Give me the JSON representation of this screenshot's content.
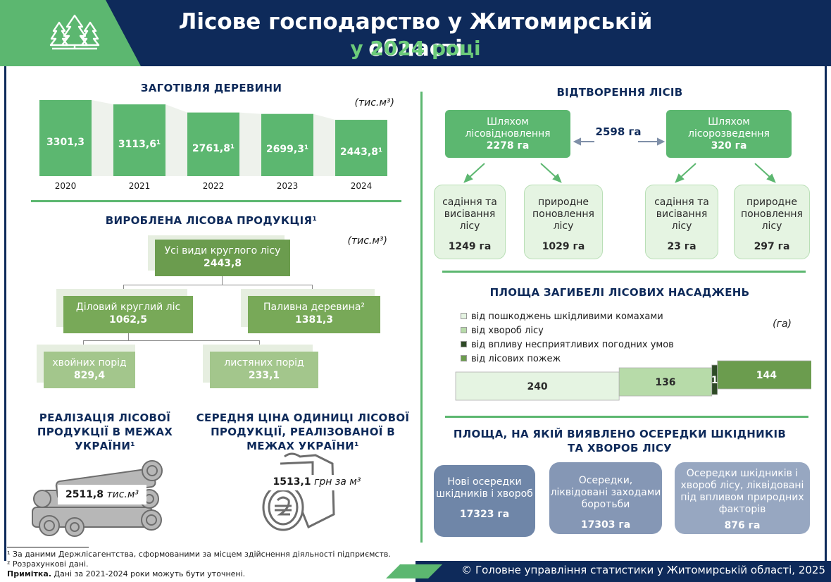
{
  "header": {
    "title": "Лісове господарство у Житомирській області",
    "subtitle": "у 2024 році"
  },
  "timber": {
    "title": "ЗАГОТІВЛЯ ДЕРЕВИНИ",
    "unit": "(тис.м³)"
  },
  "chart_data": {
    "type": "bar",
    "title": "ЗАГОТІВЛЯ ДЕРЕВИНИ",
    "unit": "(тис.м³)",
    "categories": [
      "2020",
      "2021",
      "2022",
      "2023",
      "2024"
    ],
    "values": [
      3301.3,
      3113.6,
      2761.8,
      2699.3,
      2443.8
    ],
    "value_labels": [
      "3301,3",
      "3113,6¹",
      "2761,8¹",
      "2699,3¹",
      "2443,8¹"
    ],
    "color": "#5cb770",
    "ylim": [
      0,
      3301.3
    ]
  },
  "products": {
    "title": "ВИРОБЛЕНА ЛІСОВА ПРОДУКЦІЯ¹",
    "unit": "(тис.м³)",
    "all": {
      "label": "Усі види круглого лісу",
      "value": "2443,8"
    },
    "business": {
      "label": "Діловий круглий ліс",
      "value": "1062,5"
    },
    "fuel": {
      "label": "Паливна деревина²",
      "value": "1381,3"
    },
    "conifer": {
      "label": "хвойних порід",
      "value": "829,4"
    },
    "deciduous": {
      "label": "листяних порід",
      "value": "233,1"
    }
  },
  "sales": {
    "title": "РЕАЛІЗАЦІЯ ЛІСОВОЇ ПРОДУКЦІЇ В МЕЖАХ УКРАЇНИ¹",
    "value": "2511,8",
    "unit": "тис.м³"
  },
  "price": {
    "title": "СЕРЕДНЯ ЦІНА ОДИНИЦІ ЛІСОВОЇ ПРОДУКЦІЇ, РЕАЛІЗОВАНОЇ В МЕЖАХ УКРАЇНИ¹",
    "value": "1513,1",
    "unit": "грн за м³"
  },
  "reproduction": {
    "title": "ВІДТВОРЕННЯ ЛІСІВ",
    "total": "2598 га",
    "renewal": {
      "label": "Шляхом лісовідновлення",
      "value": "2278 га"
    },
    "afforest": {
      "label": "Шляхом лісорозведення",
      "value": "320 га"
    },
    "subs": [
      {
        "label": "садіння та висівання лісу",
        "value": "1249 га"
      },
      {
        "label": "природне поновлення лісу",
        "value": "1029 га"
      },
      {
        "label": "садіння та висівання лісу",
        "value": "23 га"
      },
      {
        "label": "природне поновлення лісу",
        "value": "297 га"
      }
    ]
  },
  "loss": {
    "title": "ПЛОЩА ЗАГИБЕЛІ ЛІСОВИХ НАСАДЖЕНЬ",
    "unit": "(га)",
    "legend": [
      {
        "label": "від пошкоджень шкідливими комахами",
        "color": "#e5f4e2"
      },
      {
        "label": "від хвороб лісу",
        "color": "#b7dba9"
      },
      {
        "label": "від впливу несприятливих погодних умов",
        "color": "#2e4a26"
      },
      {
        "label": "від лісових пожеж",
        "color": "#6b9c4e"
      }
    ],
    "values": [
      240,
      136,
      1,
      144
    ],
    "value_labels": [
      "240",
      "136",
      "1",
      "144"
    ]
  },
  "pests": {
    "title": "ПЛОЩА, НА ЯКІЙ ВИЯВЛЕНО ОСЕРЕДКИ ШКІДНИКІВ ТА ХВОРОБ ЛІСУ",
    "boxes": [
      {
        "label": "Нові осередки шкідників і хвороб",
        "value": "17323 га",
        "color": "#6f86a8"
      },
      {
        "label": "Осередки, ліквідовані заходами боротьби",
        "value": "17303 га",
        "color": "#8597b5"
      },
      {
        "label": "Осередки шкідників і хвороб лісу, ліквідовані під впливом природних факторів",
        "value": "876 га",
        "color": "#97a7c1"
      }
    ]
  },
  "footnotes": {
    "note1": "¹ За даними Держлісагентства, сформованими за місцем здійснення діяльності підприємств.",
    "note2": "² Розрахункові дані.",
    "note3_label": "Примітка.",
    "note3_text": " Дані за 2021-2024 роки можуть бути уточнені."
  },
  "footer": {
    "copyright": "© Головне управління статистики у Житомирській області, 2025"
  }
}
